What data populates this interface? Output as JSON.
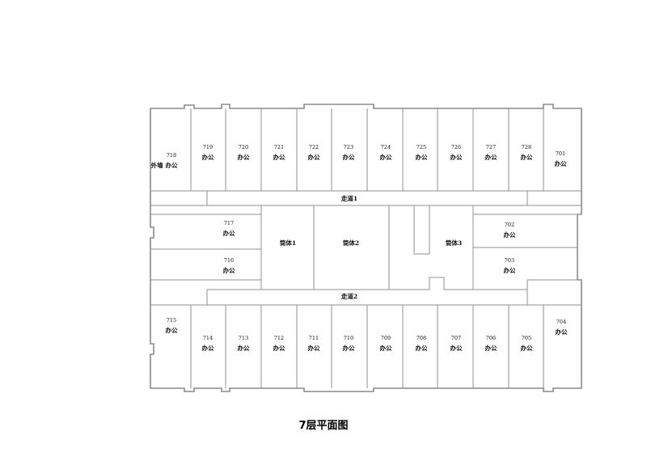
{
  "title": "7层平面图",
  "corridors": {
    "top": "走道1",
    "bottom": "走道2"
  },
  "cores": [
    "筒体1",
    "筒体2",
    "筒体3"
  ],
  "exterior_wall": "外墙",
  "room_label": "办公",
  "rooms_top": [
    "719",
    "720",
    "721",
    "722",
    "723",
    "724",
    "725",
    "726",
    "727",
    "728"
  ],
  "rooms_bottom": [
    "714",
    "713",
    "712",
    "711",
    "710",
    "709",
    "708",
    "707",
    "706",
    "705"
  ],
  "rooms_side": {
    "r718": "718",
    "r701": "701",
    "r717": "717",
    "r716": "716",
    "r702": "702",
    "r703": "703",
    "r715": "715",
    "r704": "704"
  }
}
